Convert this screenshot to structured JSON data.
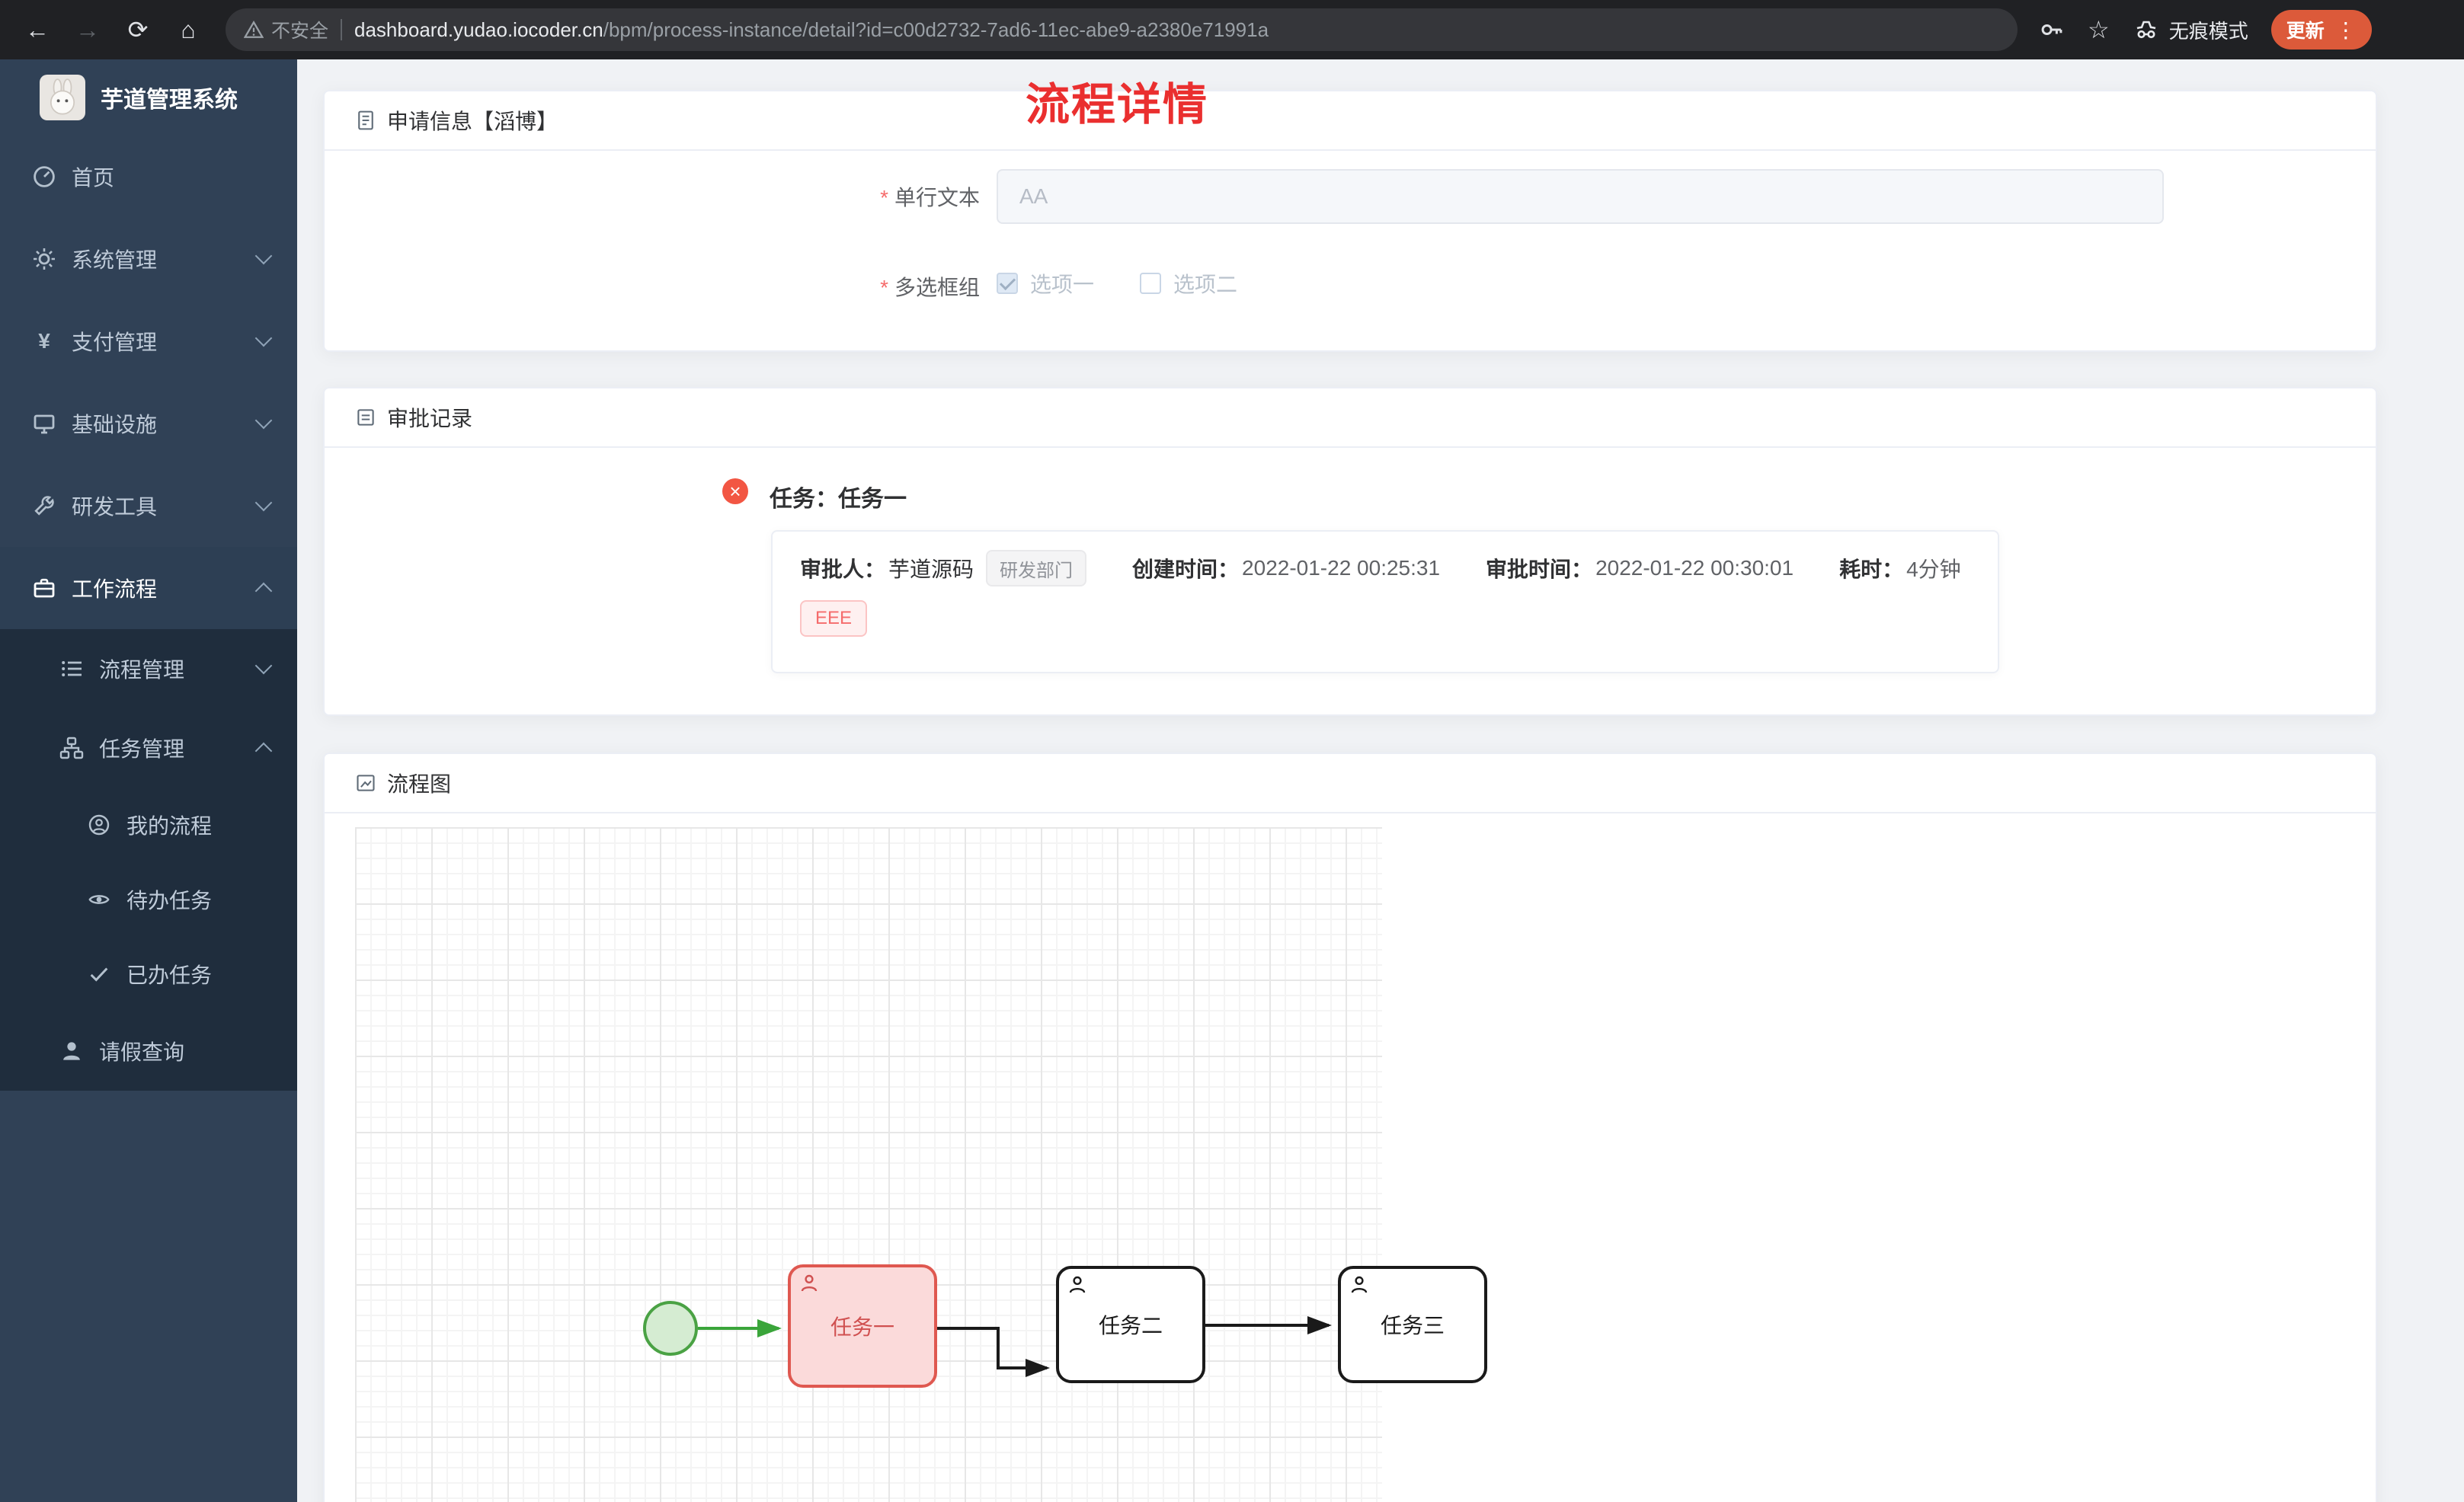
{
  "browser": {
    "security_label": "不安全",
    "url_host": "dashboard.yudao.iocoder.cn",
    "url_path": "/bpm/process-instance/detail?id=c00d2732-7ad6-11ec-abe9-a2380e71991a",
    "incognito_label": "无痕模式",
    "update_label": "更新"
  },
  "sidebar": {
    "brand": "芋道管理系统",
    "items": [
      {
        "label": "首页"
      },
      {
        "label": "系统管理"
      },
      {
        "label": "支付管理"
      },
      {
        "label": "基础设施"
      },
      {
        "label": "研发工具"
      },
      {
        "label": "工作流程"
      },
      {
        "label": "流程管理"
      },
      {
        "label": "任务管理"
      },
      {
        "label": "我的流程"
      },
      {
        "label": "待办任务"
      },
      {
        "label": "已办任务"
      },
      {
        "label": "请假查询"
      }
    ]
  },
  "page": {
    "title": "流程详情"
  },
  "apply_card": {
    "title": "申请信息【滔博】",
    "required_mark": "*",
    "text_field": {
      "label": "单行文本",
      "value": "AA"
    },
    "checkbox_group": {
      "label": "多选框组",
      "options": [
        {
          "label": "选项一",
          "checked": true
        },
        {
          "label": "选项二",
          "checked": false
        }
      ]
    }
  },
  "approval_card": {
    "title": "审批记录",
    "task_line": "任务：任务一",
    "approver_label": "审批人：",
    "approver": "芋道源码",
    "dept_tag": "研发部门",
    "created_label": "创建时间：",
    "created_time": "2022-01-22 00:25:31",
    "approved_label": "审批时间：",
    "approved_time": "2022-01-22 00:30:01",
    "duration_label": "耗时：",
    "duration": "4分钟",
    "comment_tag": "EEE"
  },
  "diagram_card": {
    "title": "流程图",
    "nodes": [
      {
        "label": "任务一",
        "state": "rejected-highlight"
      },
      {
        "label": "任务二",
        "state": "default"
      },
      {
        "label": "任务三",
        "state": "default"
      }
    ],
    "start_event": "start-circle-green"
  },
  "colors": {
    "page_title_red": "#ea2f2f",
    "sidebar_bg": "#304156",
    "submenu_bg": "#1f2d3d",
    "chrome_bg": "#202124",
    "omnibox_bg": "#35363a",
    "update_pill": "#dc5a3a",
    "task_highlight_border": "#df5850",
    "task_highlight_fill": "#fbdada",
    "start_event_green": "#4aa244",
    "danger_tag_text": "#f56c6c"
  }
}
